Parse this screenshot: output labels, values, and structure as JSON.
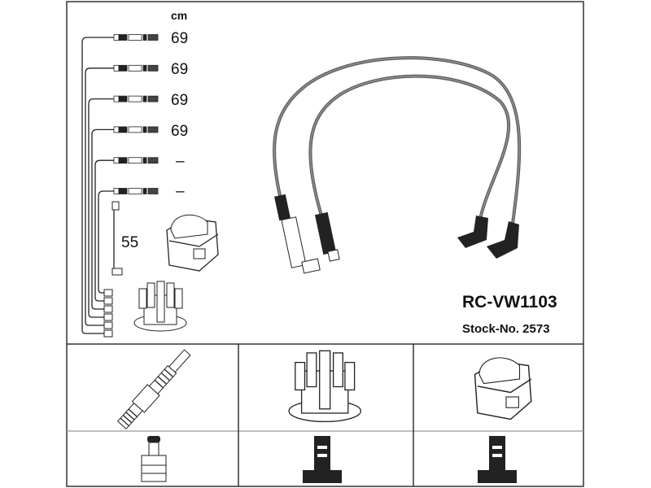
{
  "header": {
    "unit": "cm"
  },
  "wire_lengths": [
    "69",
    "69",
    "69",
    "69",
    "–",
    "–"
  ],
  "coil_wire_length": "55",
  "product": {
    "code": "RC-VW1103",
    "stock_number": "Stock-No. 2573"
  },
  "fitment_panels": [
    "spark-plug",
    "distributor-cap",
    "ignition-coil"
  ],
  "connector_panels": [
    "spark-plug-terminal",
    "distributor-terminal",
    "coil-terminal"
  ]
}
